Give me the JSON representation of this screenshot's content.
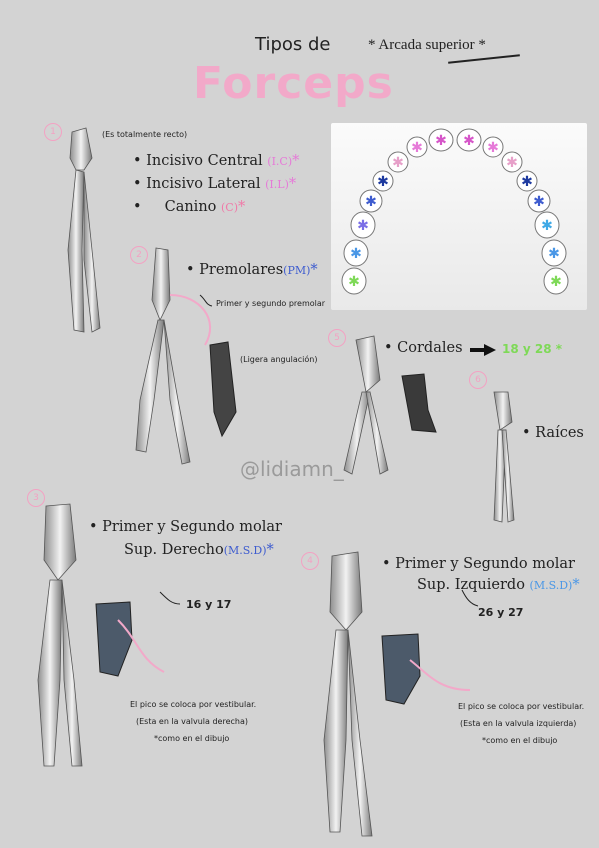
{
  "header": {
    "subtitle": "Tipos de",
    "title": "Forceps",
    "arcada": "* Arcada superior *"
  },
  "watermark": "@lidiamn_",
  "sections": [
    {
      "number": "1",
      "note": "(Es totalmente recto)",
      "items": [
        {
          "label": "Incisivo Central",
          "abbr": "(I.C)",
          "star": "*"
        },
        {
          "label": "Incisivo Lateral",
          "abbr": "(I.L)",
          "star": "*"
        },
        {
          "label": "Canino",
          "abbr": "(C)",
          "star": "*"
        }
      ]
    },
    {
      "number": "2",
      "label": "Premolares",
      "abbr": "(PM)",
      "star": "*",
      "note": "Primer y segundo premolar",
      "note2": "(Ligera angulación)"
    },
    {
      "number": "5",
      "label": "Cordales",
      "teeth": "18 y 28",
      "star": "*"
    },
    {
      "number": "6",
      "label": "Raíces"
    },
    {
      "number": "3",
      "label_line1": "Primer y Segundo molar",
      "label_line2": "Sup. Derecho",
      "abbr": "(M.S.D)",
      "star": "*",
      "teeth": "16 y 17",
      "notes": [
        "El pico se coloca por vestibular.",
        "(Esta en la valvula derecha)",
        "*como en el dibujo"
      ]
    },
    {
      "number": "4",
      "label_line1": "Primer y Segundo molar",
      "label_line2": "Sup. Izquierdo",
      "abbr": "(M.S.D)",
      "star": "*",
      "teeth": "26 y 27",
      "notes": [
        "El pico se coloca por vestibular.",
        "(Esta en la valvula izquierda)",
        "*como en el dibujo"
      ]
    }
  ],
  "colors": {
    "background": "#d3d3d3",
    "title_pink": "#f2a9c9",
    "incisor_pink": "#e67ad8",
    "canine_pink": "#f07aa8",
    "premolar_blue": "#3e5ccf",
    "molar_blue": "#4a97e6",
    "cordal_green": "#7ed957"
  }
}
